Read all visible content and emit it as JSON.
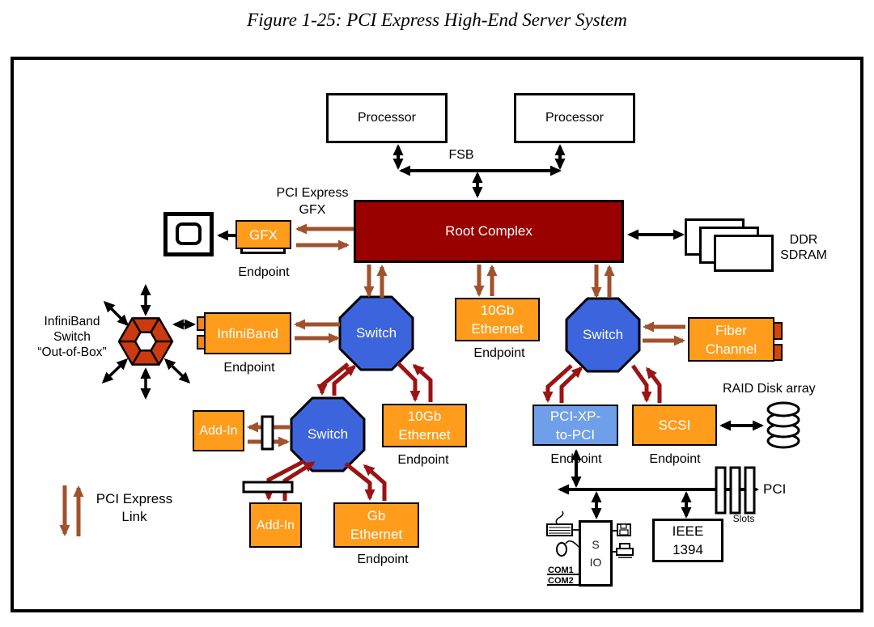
{
  "title": "Figure 1-25: PCI Express High-End Server System",
  "labels": {
    "processor": "Processor",
    "fsb": "FSB",
    "root_complex": "Root Complex",
    "pci_express_gfx": "PCI Express\nGFX",
    "gfx": "GFX",
    "endpoint": "Endpoint",
    "ddr_sdram": "DDR\nSDRAM",
    "switch": "Switch",
    "ethernet_10gb": "10Gb\nEthernet",
    "infiniband": "InfiniBand",
    "infiniband_switch": "InfiniBand\nSwitch\n“Out-of-Box”",
    "fiber_channel": "Fiber\nChannel",
    "add_in": "Add-In",
    "gb_ethernet": "Gb\nEthernet",
    "pci_xp_to_pci": "PCI-XP-\nto-PCI",
    "scsi": "SCSI",
    "raid_disk_array": "RAID Disk array",
    "pci": "PCI",
    "slots": "Slots",
    "ieee_1394": "IEEE\n1394",
    "sio": "S\nIO",
    "com1": "COM1",
    "com2": "COM2",
    "legend": "PCI Express\nLink"
  },
  "colors": {
    "endpoint_orange": "#FF9C1C",
    "root_complex_red": "#990000",
    "switch_blue": "#3C64DC",
    "bridge_light_blue": "#6F9FE8",
    "pcie_link_brown": "#A0522D",
    "switch_link_dark_red": "#9B1313",
    "infiniband_hex_red": "#CC3A10",
    "fiber_tab_red": "#D2450C",
    "infiniband_tab_orange": "#F5831F"
  }
}
